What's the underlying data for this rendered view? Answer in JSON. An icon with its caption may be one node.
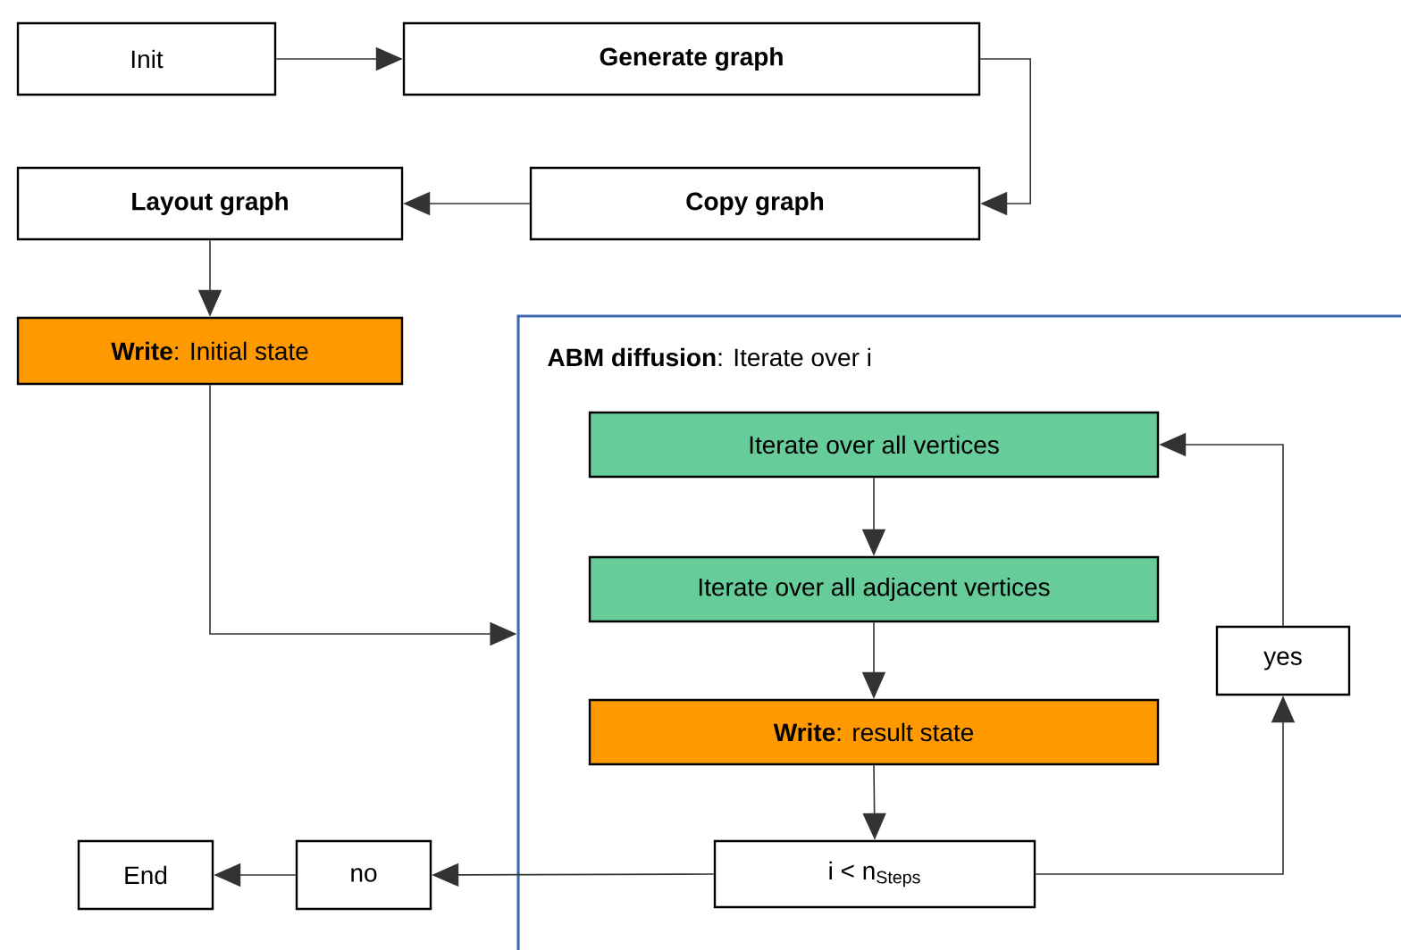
{
  "diagram": {
    "nodes": [
      {
        "text": [
          "Init"
        ]
      },
      {
        "text": [
          "Generate graph"
        ]
      },
      {
        "text": [
          "Copy graph"
        ]
      },
      {
        "text": [
          "Layout graph"
        ]
      },
      {
        "text": [
          "**Write**: Initial state"
        ]
      },
      {
        "text": [
          "**ABM diffusion**: Iterate over i"
        ]
      },
      {
        "text": [
          "Iterate over all vertices"
        ],
        "in": 5
      },
      {
        "text": [
          "Iterate over all adjacent vertices"
        ],
        "in": 5
      },
      {
        "text": [
          "**Write**: result state"
        ],
        "in": 5
      },
      {
        "text": [
          "i < n$_{Steps}$"
        ],
        "in": 5
      },
      {
        "text": [
          "yes"
        ],
        "in": 5
      },
      {
        "text": [
          "no"
        ]
      },
      {
        "text": [
          "End"
        ]
      }
    ],
    "edges": [
      {
        "from": 0,
        "to": 1,
        "arrow": "to"
      },
      {
        "from": 1,
        "to": 2,
        "arrow": "to"
      },
      {
        "from": 2,
        "to": 3,
        "arrow": "to"
      },
      {
        "from": 3,
        "to": 4,
        "arrow": "to"
      },
      {
        "from": 4,
        "to": 5,
        "arrow": "to"
      },
      {
        "from": 6,
        "to": 7,
        "arrow": "to"
      },
      {
        "from": 7,
        "to": 8,
        "arrow": "to"
      },
      {
        "from": 8,
        "to": 9,
        "arrow": "to"
      },
      {
        "from": 9,
        "to": 10,
        "arrow": "to"
      },
      {
        "from": 10,
        "to": 6,
        "arrow": "to"
      },
      {
        "from": 9,
        "to": 11,
        "arrow": "to"
      },
      {
        "from": 11,
        "to": 12,
        "arrow": "to"
      }
    ]
  }
}
